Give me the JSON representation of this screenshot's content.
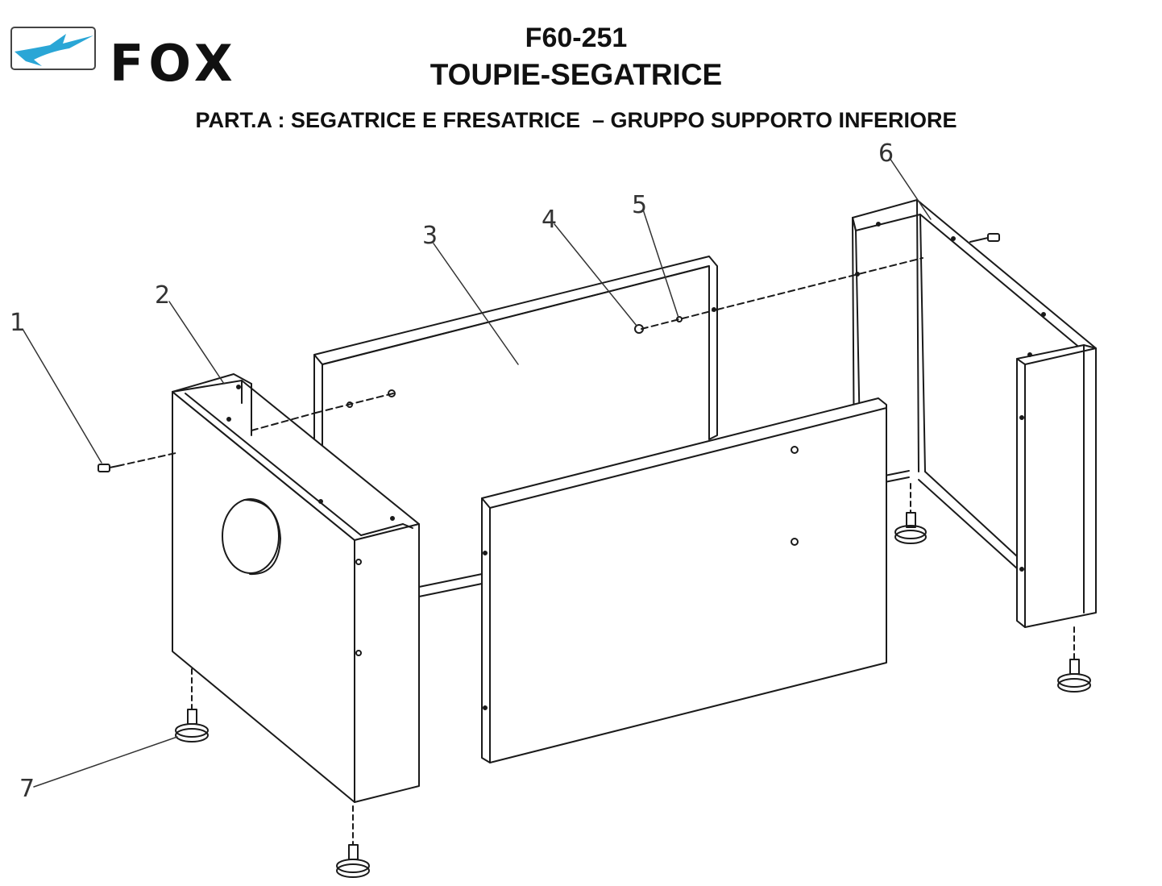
{
  "header": {
    "brand": "FOX",
    "logo_icon": "fox-leaping-icon",
    "model_code": "F60-251",
    "machine_name": "TOUPIE-SEGATRICE",
    "section_title": "PART.A : SEGATRICE E FRESATRICE  – GRUPPO SUPPORTO INFERIORE"
  },
  "callouts": [
    "1",
    "2",
    "3",
    "4",
    "5",
    "6",
    "7"
  ],
  "colors": {
    "logo_accent": "#2aa6d6",
    "line": "#1a1a1a"
  }
}
